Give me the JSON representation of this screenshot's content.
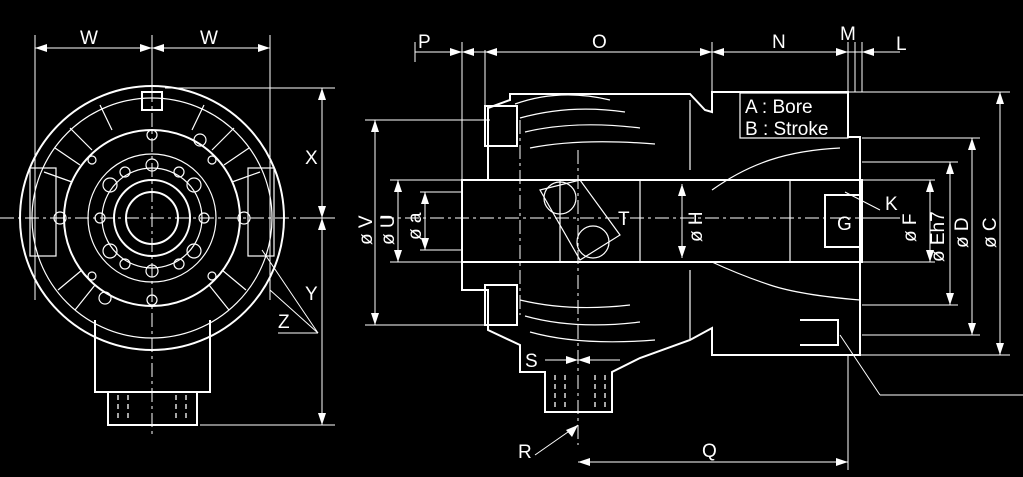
{
  "labels": {
    "W_left": "W",
    "W_right": "W",
    "X": "X",
    "Y": "Y",
    "Z": "Z",
    "P": "P",
    "O": "O",
    "N": "N",
    "M": "M",
    "L": "L",
    "K": "K",
    "G": "G",
    "R": "R",
    "S": "S",
    "Q": "Q",
    "T": "T",
    "phiV": "ø V",
    "phiU": "ø U",
    "phia": "ø a",
    "phiH": "ø H",
    "phiF": "ø F",
    "phiEh7": "ø Eh7",
    "phiD": "ø D",
    "phiC": "ø C"
  },
  "legend": {
    "line1": "A : Bore",
    "line2": "B : Stroke"
  },
  "colors": {
    "background": "#000000",
    "line": "#ffffff"
  }
}
